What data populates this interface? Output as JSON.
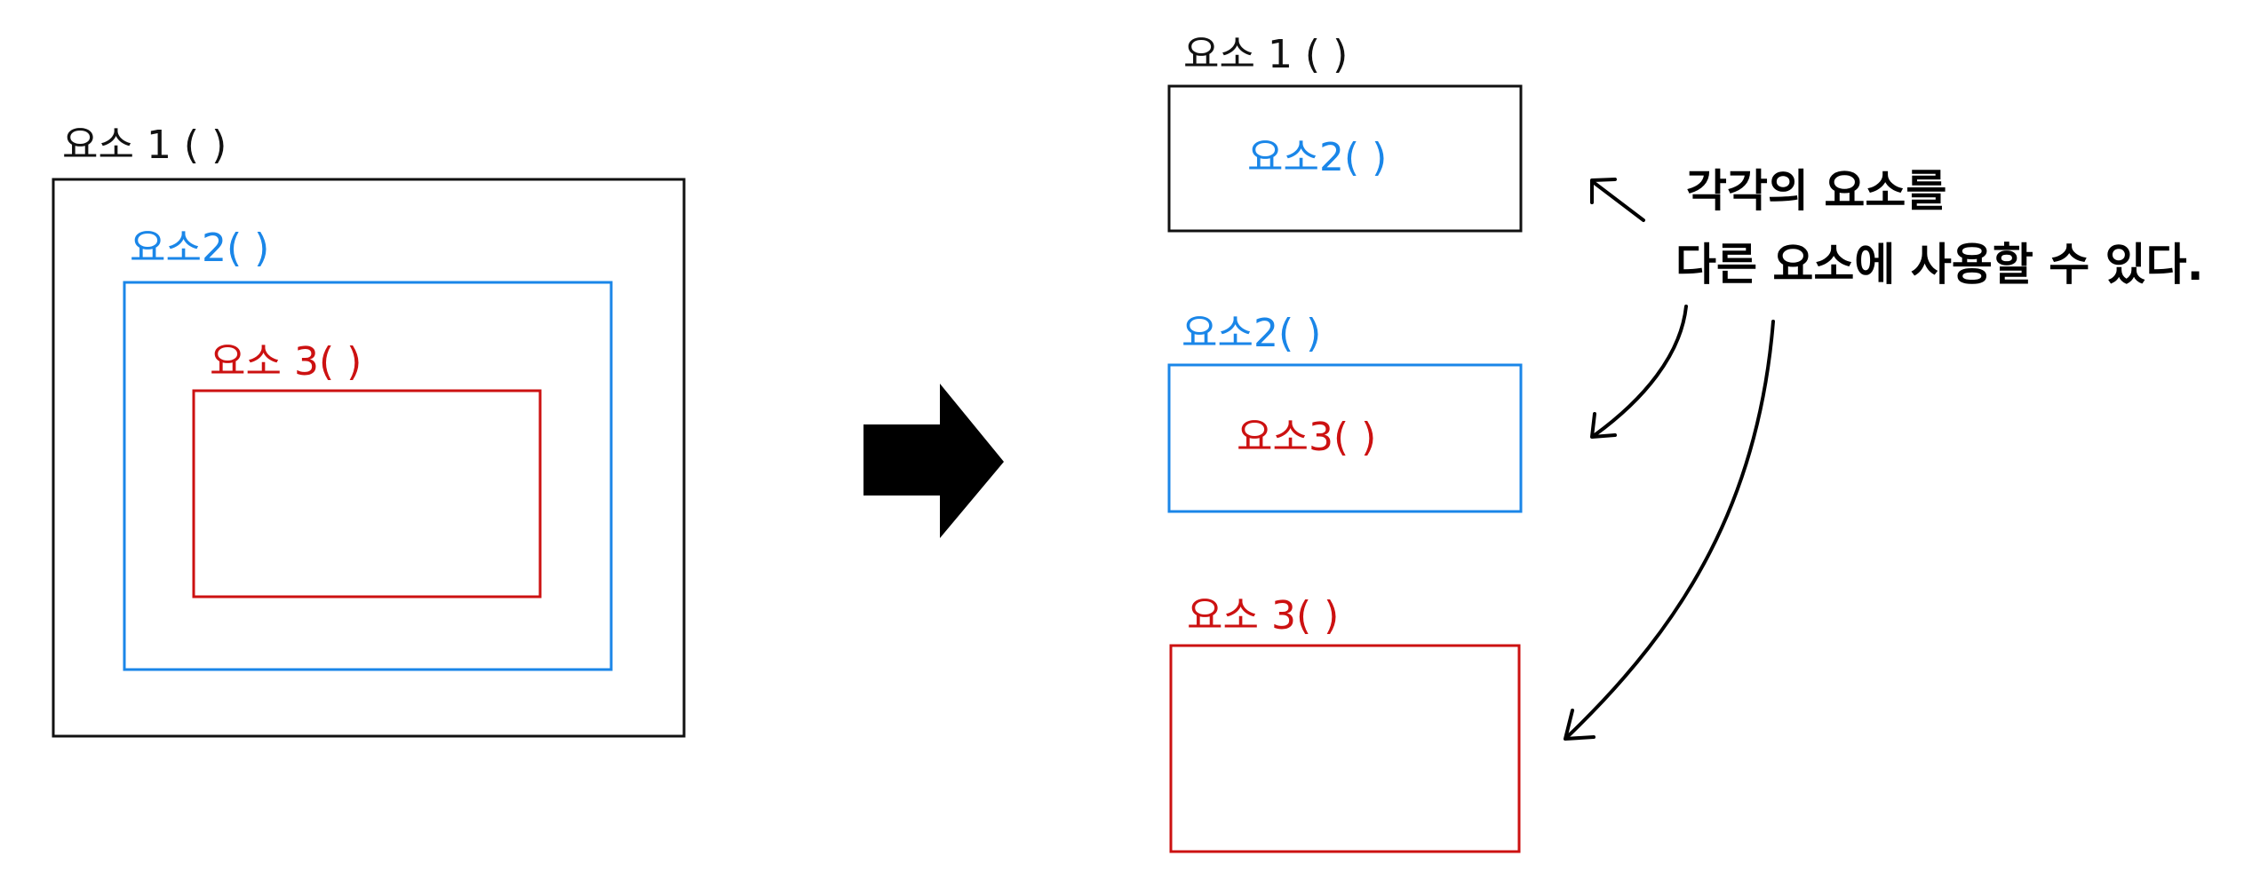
{
  "colors": {
    "element1": "#111111",
    "element2": "#1a86e8",
    "element3": "#cc1111",
    "arrow": "#000000"
  },
  "before": {
    "element1_label": "요소 1 ( )",
    "element2_label": "요소2( )",
    "element3_label": "요소 3( )"
  },
  "after": {
    "element1_label": "요소 1 ( )",
    "element1_inner_label": "요소2( )",
    "element2_label": "요소2( )",
    "element2_inner_label": "요소3( )",
    "element3_label": "요소 3( )"
  },
  "note": {
    "line1": "각각의 요소를",
    "line2": "다른 요소에 사용할 수 있다."
  }
}
